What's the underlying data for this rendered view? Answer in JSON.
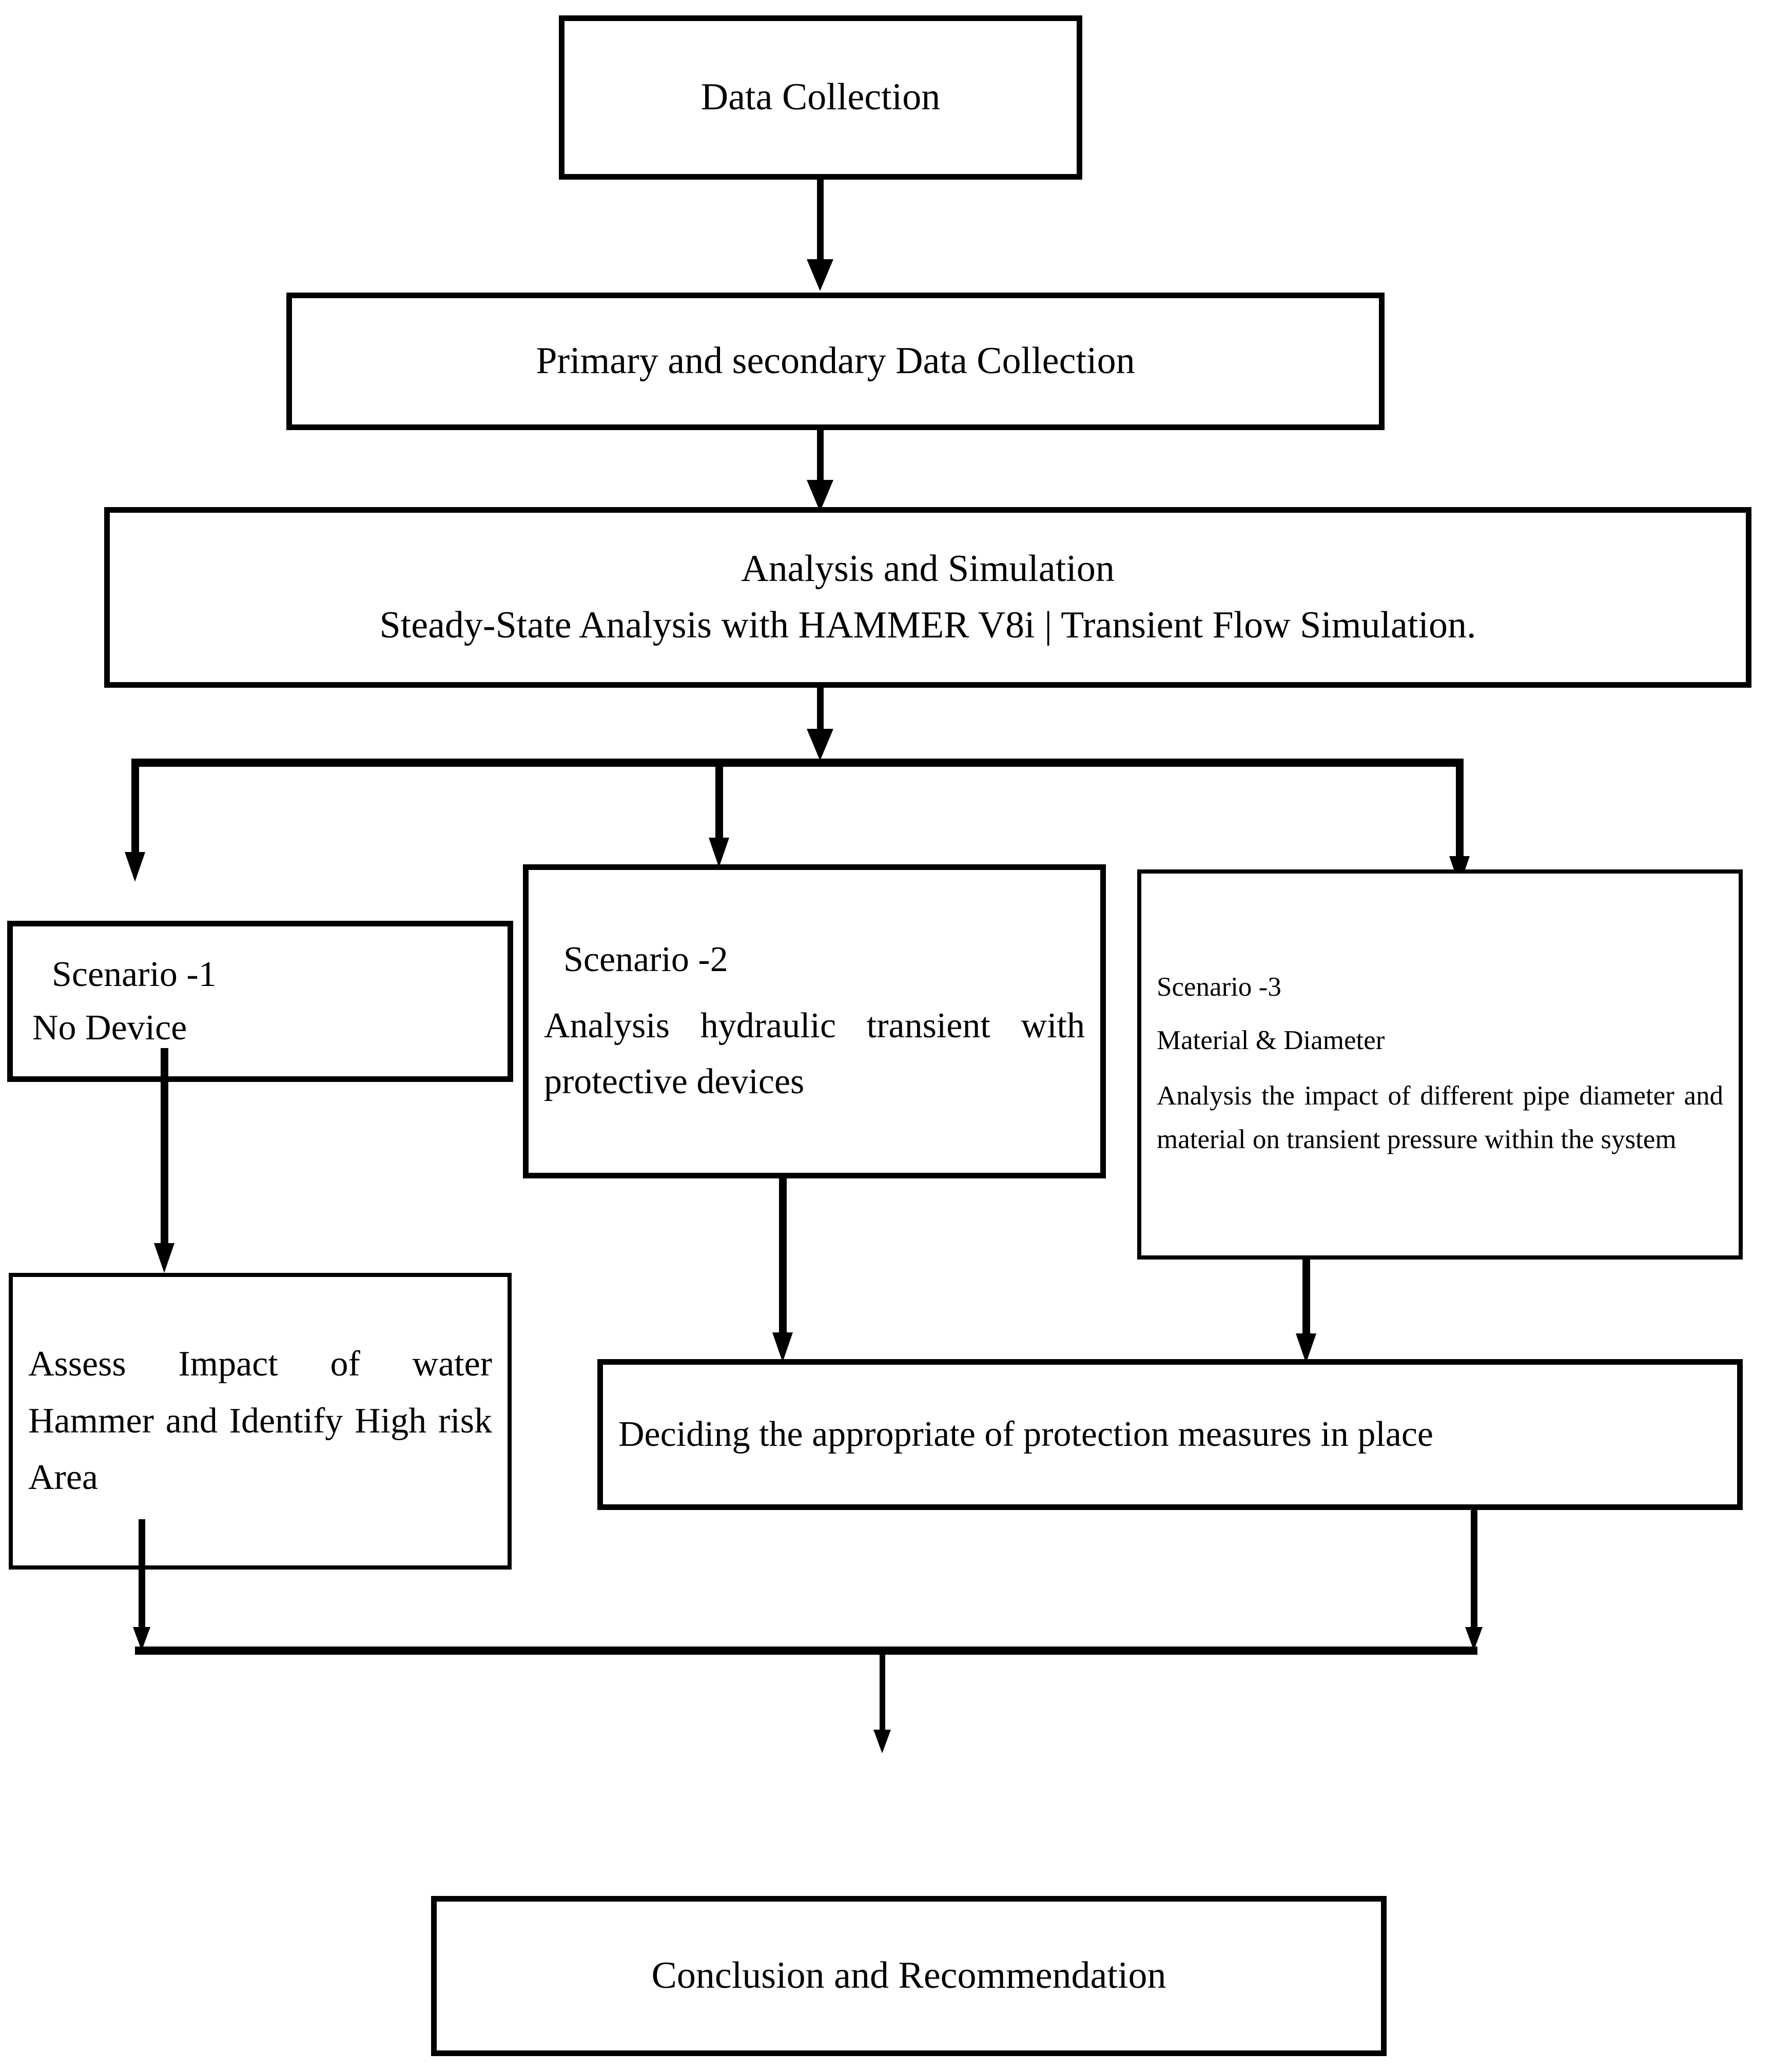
{
  "diagram": {
    "title": "Water Hammer Analysis Methodology Flowchart",
    "type": "flowchart",
    "orientation": "top-down",
    "stroke_color": "#000000",
    "fill_color": "#ffffff",
    "nodes": [
      {
        "id": "data-collection",
        "lines": [
          "Data Collection"
        ]
      },
      {
        "id": "primary-secondary",
        "lines": [
          "Primary and secondary Data Collection"
        ]
      },
      {
        "id": "analysis-simulation",
        "lines": [
          "Analysis and Simulation",
          "Steady-State Analysis with HAMMER V8i | Transient Flow Simulation."
        ]
      },
      {
        "id": "scenario-1",
        "lines": [
          "Scenario -1",
          "No Device"
        ]
      },
      {
        "id": "scenario-2",
        "lines": [
          "Scenario -2",
          "Analysis hydraulic transient with protective devices"
        ]
      },
      {
        "id": "scenario-3",
        "lines": [
          "Scenario -3",
          "Material & Diameter",
          "Analysis the impact of different pipe diameter and material on transient pressure within the system"
        ]
      },
      {
        "id": "assess-impact",
        "lines": [
          "Assess Impact of water Hammer and Identify High risk Area"
        ]
      },
      {
        "id": "deciding-protection",
        "lines": [
          "Deciding the appropriate of protection measures in place"
        ]
      },
      {
        "id": "conclusion",
        "lines": [
          "Conclusion and Recommendation"
        ]
      }
    ],
    "edges": [
      {
        "from": "data-collection",
        "to": "primary-secondary"
      },
      {
        "from": "primary-secondary",
        "to": "analysis-simulation"
      },
      {
        "from": "analysis-simulation",
        "to": "scenario-1"
      },
      {
        "from": "analysis-simulation",
        "to": "scenario-2"
      },
      {
        "from": "analysis-simulation",
        "to": "scenario-3"
      },
      {
        "from": "scenario-1",
        "to": "assess-impact"
      },
      {
        "from": "scenario-2",
        "to": "deciding-protection"
      },
      {
        "from": "scenario-3",
        "to": "deciding-protection"
      },
      {
        "from": "assess-impact",
        "to": "conclusion"
      },
      {
        "from": "deciding-protection",
        "to": "conclusion"
      }
    ]
  }
}
